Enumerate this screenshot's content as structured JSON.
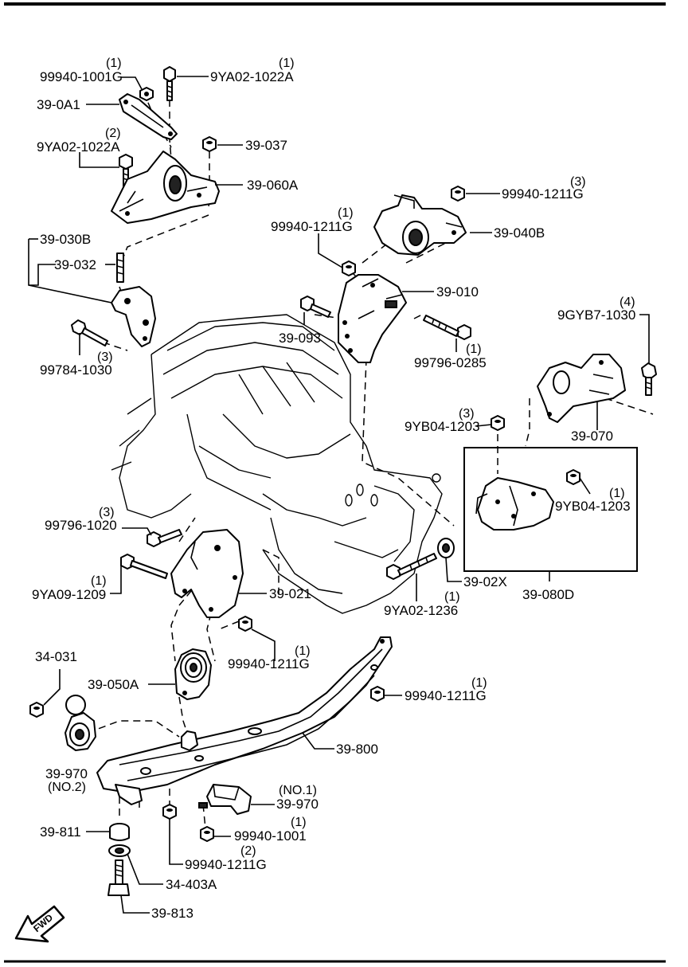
{
  "labels": {
    "l01": "99940-1001G",
    "q01": "(1)",
    "l02": "9YA02-1022A",
    "q02": "(1)",
    "l03": "39-0A1",
    "l04": "9YA02-1022A",
    "q04": "(2)",
    "l05": "39-037",
    "l06": "39-060A",
    "l07": "99940-1211G",
    "q07": "(3)",
    "l08": "39-040B",
    "l09": "99940-1211G",
    "q09": "(1)",
    "l10": "39-030B",
    "l11": "39-032",
    "l12": "39-010",
    "l13": "39-093",
    "l14": "99784-1030",
    "q14": "(3)",
    "l15": "99796-0285",
    "q15": "(1)",
    "l16": "9GYB7-1030",
    "q16": "(4)",
    "l17": "9YB04-1203",
    "q17": "(3)",
    "l18": "39-070",
    "l19": "9YB04-1203",
    "q19": "(1)",
    "l20": "99796-1020",
    "q20": "(3)",
    "l21": "9YA09-1209",
    "q21": "(1)",
    "l22": "39-021",
    "l23": "39-02X",
    "l24": "39-080D",
    "l25": "9YA02-1236",
    "q25": "(1)",
    "l26": "99940-1211G",
    "q26": "(1)",
    "l27": "34-031",
    "l28": "39-050A",
    "l29": "99940-1211G",
    "q29": "(1)",
    "l30": "39-800",
    "l31": "39-970",
    "l31b": "(NO.2)",
    "l32": "39-970",
    "l32b": "(NO.1)",
    "l33": "99940-1001",
    "q33": "(1)",
    "l34": "39-811",
    "l35": "99940-1211G",
    "q35": "(2)",
    "l36": "34-403A",
    "l37": "39-813",
    "fwd": "FWD"
  }
}
